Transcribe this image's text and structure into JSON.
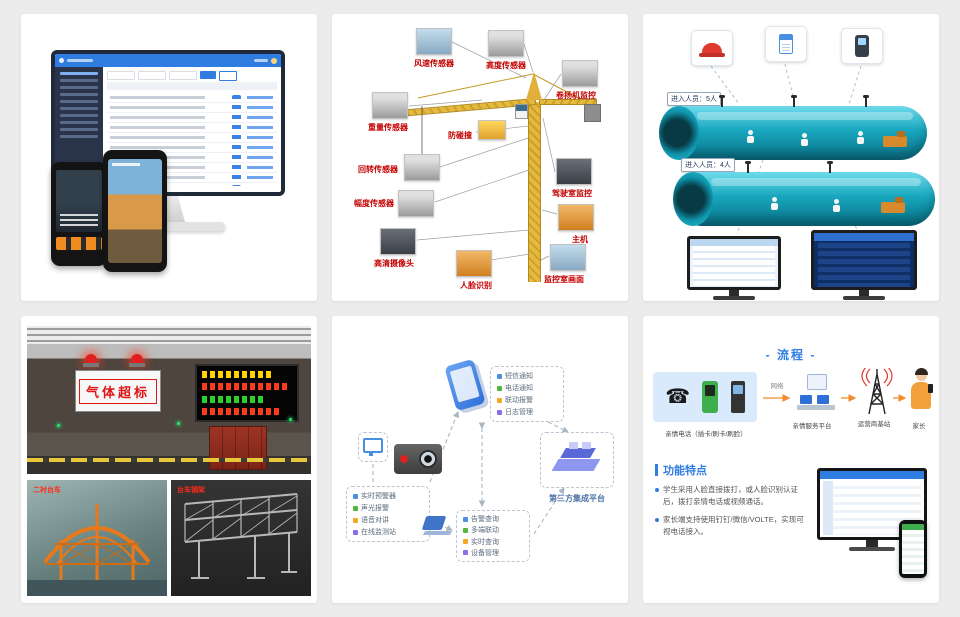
{
  "page": {
    "background": "#ececec",
    "card_background": "#ffffff"
  },
  "colors": {
    "accent_blue": "#2f7de1",
    "alert_red": "#e01515",
    "label_red": "#c40000",
    "crane_yellow": "#e6b93c",
    "tunnel_teal": "#14a3bb"
  },
  "tiles": {
    "smart_site": {
      "icons": [
        "desktop-monitor",
        "handheld-terminal",
        "rugged-smartphone"
      ]
    },
    "crane": {
      "labels": [
        "风速传感器",
        "高度传感器",
        "卷扬机监控",
        "重量传感器",
        "防碰撞",
        "回转传感器",
        "幅度传感器",
        "驾驶室监控",
        "主机",
        "高清摄像头",
        "人脸识别",
        "监控室画面"
      ]
    },
    "tunnel": {
      "entry_badges": [
        "进入人员：5人",
        "进入人员：4人"
      ],
      "icons": [
        "safety-helmet-icon",
        "id-card-icon",
        "card-reader-icon"
      ]
    },
    "gas": {
      "sign_text": "气体超标",
      "left_caption": "二衬台车",
      "right_caption": "台车钢架"
    },
    "alarm_flow": {
      "monitor_items": [
        "实时预警器",
        "声光报警",
        "语音对讲",
        "在线监测站"
      ],
      "notify_items": [
        "短信通知",
        "电话通知",
        "联动报警",
        "日志管理"
      ],
      "query_items": [
        "告警查询",
        "多端联动",
        "实时查询",
        "设备管理"
      ],
      "platform_label": "第三方集成平台"
    },
    "family_phone": {
      "process_title": "- 流程 -",
      "device_label": "亲情电话（插卡/刷卡/刷脸）",
      "network_label": "网络",
      "platform_label": "亲情服务平台",
      "tower_label": "运营商基站",
      "parent_label": "家长",
      "features_title": "功能特点",
      "bullets": [
        "学生采用人脸直接拨打，或人脸识别认证后，拨打亲情电话或视频通话。",
        "家长端支持使用钉钉/微信/VOLTE，实现可视电话接入。"
      ]
    }
  }
}
